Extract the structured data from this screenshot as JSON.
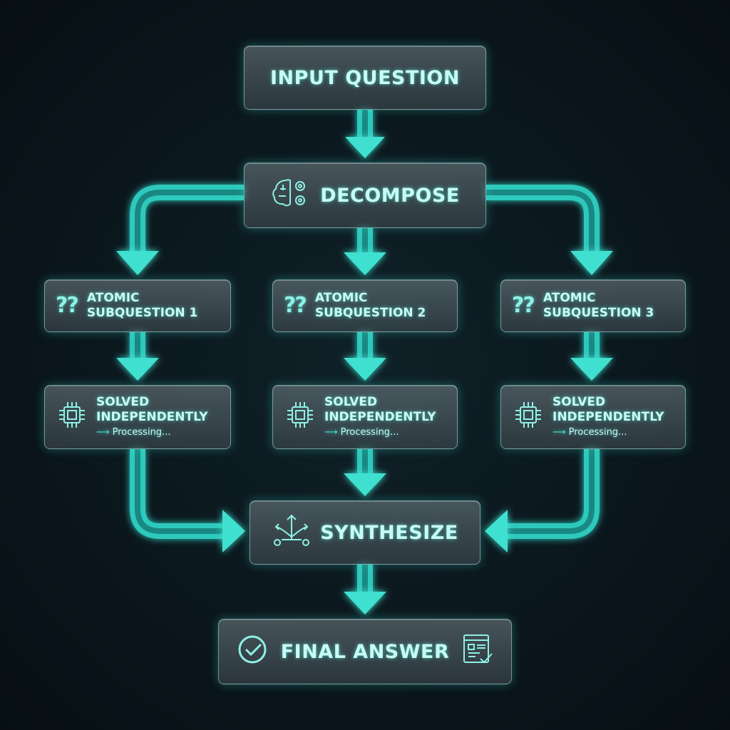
{
  "colors": {
    "accent": "#3fe0d0",
    "background": "#0a161c",
    "box": "#5a686e",
    "text": "#c8fbf5"
  },
  "nodes": {
    "input": {
      "label": "INPUT QUESTION"
    },
    "decompose": {
      "label": "DECOMPOSE",
      "icon": "brain-gear-icon"
    },
    "subquestions": [
      {
        "line1": "ATOMIC",
        "line2": "SUBQUESTION 1",
        "icon": "question-marks-icon"
      },
      {
        "line1": "ATOMIC",
        "line2": "SUBQUESTION 2",
        "icon": "question-marks-icon"
      },
      {
        "line1": "ATOMIC",
        "line2": "SUBQUESTION 3",
        "icon": "question-marks-icon"
      }
    ],
    "solved": [
      {
        "line1": "SOLVED",
        "line2": "INDEPENDENTLY",
        "status": "Processing...",
        "icon": "chip-icon"
      },
      {
        "line1": "SOLVED",
        "line2": "INDEPENDENTLY",
        "status": "Processing...",
        "icon": "chip-icon"
      },
      {
        "line1": "SOLVED",
        "line2": "INDEPENDENTLY",
        "status": "Processing...",
        "icon": "chip-icon"
      }
    ],
    "synthesize": {
      "label": "SYNTHESIZE",
      "icon": "merge-arrows-icon"
    },
    "final": {
      "label": "FINAL ANSWER",
      "icon": "check-circle-icon",
      "icon2": "document-check-icon"
    }
  }
}
